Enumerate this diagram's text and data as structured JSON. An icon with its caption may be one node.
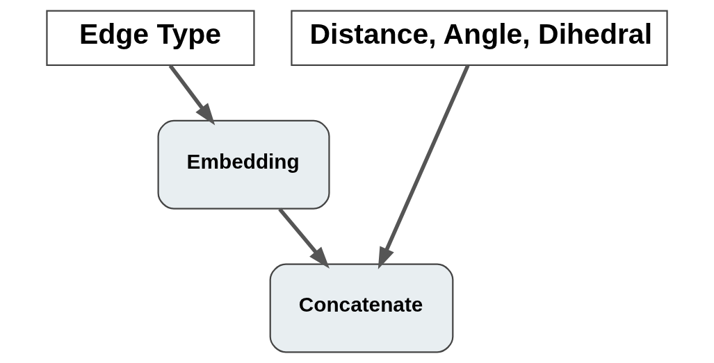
{
  "diagram": {
    "nodes": [
      {
        "text": [
          "Edge Type"
        ]
      },
      {
        "text": [
          "Distance, Angle, Dihedral"
        ]
      },
      {
        "text": [
          "Embedding"
        ]
      },
      {
        "text": [
          "Concatenate"
        ]
      }
    ],
    "edges": [
      {
        "from": 0,
        "to": 2,
        "arrow": "to"
      },
      {
        "from": 2,
        "to": 3,
        "arrow": "to"
      },
      {
        "from": 1,
        "to": 3,
        "arrow": "to"
      }
    ]
  }
}
